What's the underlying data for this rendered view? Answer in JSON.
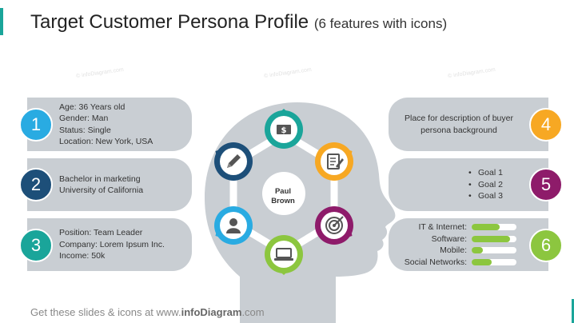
{
  "title": {
    "main": "Target Customer Persona Profile",
    "sub": "(6 features with icons)"
  },
  "watermark": "© infoDiagram.com",
  "center": {
    "line1": "Paul",
    "line2": "Brown"
  },
  "features": [
    {
      "number": "1",
      "color": "#29abe2",
      "lines": [
        "Age: 36 Years old",
        "Gender: Man",
        "Status: Single",
        "Location: New York, USA"
      ]
    },
    {
      "number": "2",
      "color": "#1d4f79",
      "lines": [
        "Bachelor in marketing",
        "University of California"
      ]
    },
    {
      "number": "3",
      "color": "#1aa59a",
      "lines": [
        "Position: Team Leader",
        "Company: Lorem Ipsum Inc.",
        "Income: 50k"
      ]
    },
    {
      "number": "4",
      "color": "#f7a823",
      "lines": [
        "Place for description of buyer",
        "persona background"
      ]
    },
    {
      "number": "5",
      "color": "#8e1b6a",
      "goals": [
        "Goal 1",
        "Goal 2",
        "Goal 3"
      ]
    },
    {
      "number": "6",
      "color": "#8cc63f",
      "skills": [
        {
          "label": "IT & Internet:",
          "level": 0.62
        },
        {
          "label": "Software:",
          "level": 0.85
        },
        {
          "label": "Mobile:",
          "level": 0.25
        },
        {
          "label": "Social Networks:",
          "level": 0.45
        }
      ]
    }
  ],
  "pins": [
    {
      "color": "#1aa59a",
      "icon": "money-icon"
    },
    {
      "color": "#f7a823",
      "icon": "document-edit-icon"
    },
    {
      "color": "#8e1b6a",
      "icon": "target-icon"
    },
    {
      "color": "#8cc63f",
      "icon": "laptop-icon"
    },
    {
      "color": "#29abe2",
      "icon": "user-icon"
    },
    {
      "color": "#1d4f79",
      "icon": "pencil-icon"
    }
  ],
  "footer": {
    "prefix": "Get these slides & icons at www.",
    "brand": "infoDiagram",
    "suffix": ".com"
  }
}
